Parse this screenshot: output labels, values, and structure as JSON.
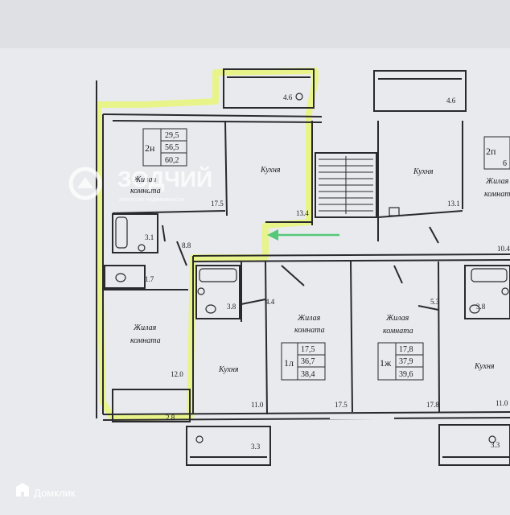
{
  "watermark": {
    "name": "ЗОДЧИЙ",
    "tagline": "агентство недвижимости"
  },
  "brand": {
    "name": "Домклик"
  },
  "apartments": [
    {
      "id": "2н",
      "areas": [
        "29,5",
        "56,5",
        "60,2"
      ]
    },
    {
      "id": "2п",
      "areas": [
        "6"
      ]
    },
    {
      "id": "1л",
      "areas": [
        "17,5",
        "36,7",
        "38,4"
      ]
    },
    {
      "id": "1ж",
      "areas": [
        "17,8",
        "37,9",
        "39,6"
      ]
    }
  ],
  "rooms": {
    "living_2n_a": "Жилая",
    "living_2n_b": "комната",
    "kitchen_2n": "Кухня",
    "kitchen_right": "Кухня",
    "living_2p": "Жилая",
    "living_2p_b": "комнат",
    "living_left_a": "Жилая",
    "living_left_b": "комната",
    "kitchen_1l": "Кухня",
    "living_1l_a": "Жилая",
    "living_1l_b": "комната",
    "living_1zh_a": "Жилая",
    "living_1zh_b": "комната",
    "kitchen_1zh": "Кухня"
  },
  "areas": {
    "balcony_top_left": "4.6",
    "balcony_top_right": "4.6",
    "living_2n": "17.5",
    "kitchen_2n": "13.4",
    "kitchen_right": "13.1",
    "bath_2n": "3.1",
    "hall_2n": "8.8",
    "wc_left": "1.7",
    "corridor_1l": "4.4",
    "bath_1l": "3.8",
    "living_left": "12.0",
    "kitchen_1l": "11.0",
    "living_1l": "17.5",
    "living_1zh": "17.8",
    "corridor_1zh": "5.3",
    "bath_1zh": "3.8",
    "kitchen_1zh": "11.0",
    "right_edge": "10.4",
    "balcony_left": "2.8",
    "balcony_bottom_left": "3.3",
    "balcony_bottom_right": "3.3"
  },
  "colors": {
    "highlight": "#e6f27a",
    "arrow": "#55c878",
    "line": "#2a2a2e",
    "watermark": "#ffffff"
  }
}
